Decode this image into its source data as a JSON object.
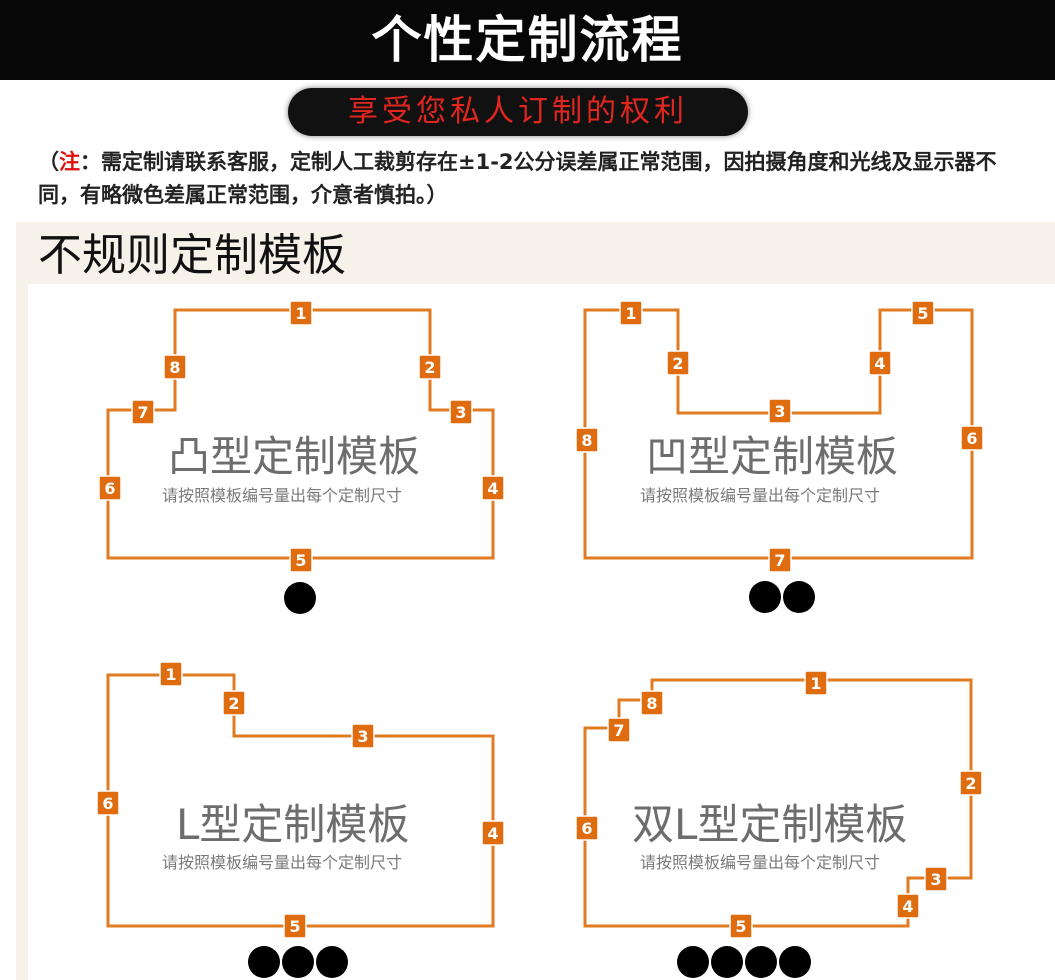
{
  "header": {
    "title": "个性定制流程"
  },
  "banner": {
    "text": "享受您私人订制的权利"
  },
  "note": {
    "open": "（",
    "label": "注",
    "body": "：需定制请联系客服，定制人工裁剪存在±1-2公分误差属正常范围，因拍摄角度和光线及显示器不同，有略微色差属正常范围，介意者慎拍。）"
  },
  "section": {
    "title": "不规则定制模板"
  },
  "colors": {
    "outline": "#e07b21",
    "marker": "#e06c10",
    "marker_text": "#ffffff",
    "dot": "#000000"
  },
  "templates": [
    {
      "name": "凸型定制模板",
      "hint": "请按照模板编号量出每个定制尺寸",
      "markers": [
        "1",
        "2",
        "3",
        "4",
        "5",
        "6",
        "7",
        "8"
      ],
      "dots": 1
    },
    {
      "name": "凹型定制模板",
      "hint": "请按照模板编号量出每个定制尺寸",
      "markers": [
        "1",
        "2",
        "3",
        "4",
        "5",
        "6",
        "7",
        "8"
      ],
      "dots": 2
    },
    {
      "name": "L型定制模板",
      "hint": "请按照模板编号量出每个定制尺寸",
      "markers": [
        "1",
        "2",
        "3",
        "4",
        "5",
        "6"
      ],
      "dots": 3
    },
    {
      "name": "双L型定制模板",
      "hint": "请按照模板编号量出每个定制尺寸",
      "markers": [
        "1",
        "2",
        "3",
        "4",
        "5",
        "6",
        "7",
        "8"
      ],
      "dots": 4
    }
  ]
}
